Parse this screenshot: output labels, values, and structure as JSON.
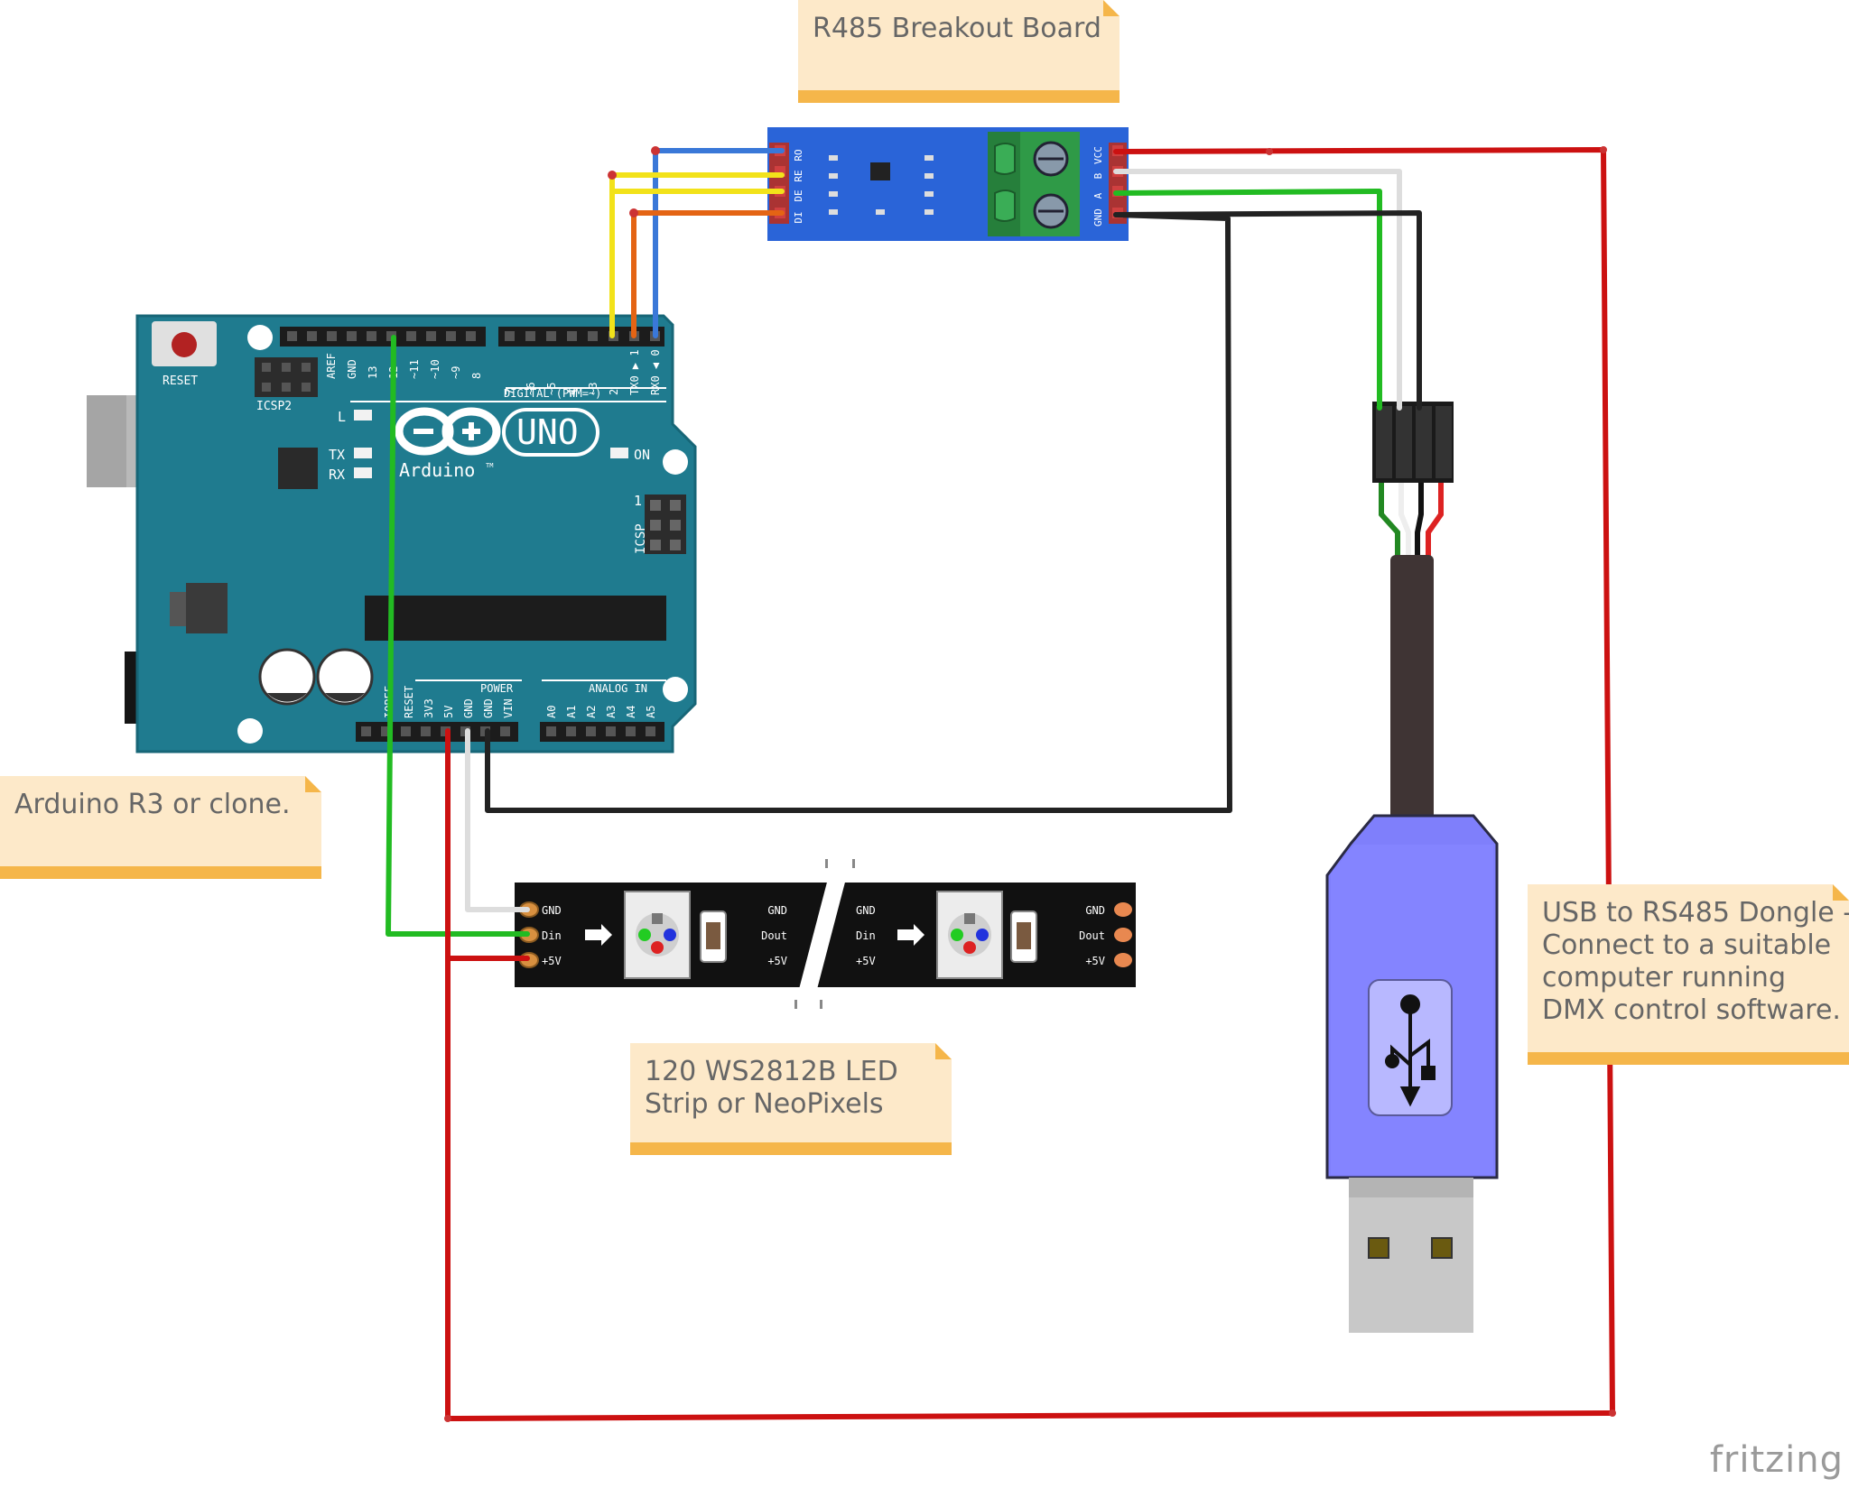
{
  "notes": {
    "r485": {
      "lines": [
        "R485 Breakout Board"
      ]
    },
    "arduino": {
      "lines": [
        "Arduino R3 or clone."
      ]
    },
    "led": {
      "lines": [
        "120 WS2812B LED",
        "Strip or NeoPixels"
      ]
    },
    "dongle": {
      "lines": [
        "USB to RS485 Dongle -",
        "Connect to a suitable",
        "computer running",
        "DMX control software."
      ]
    }
  },
  "arduino_board": {
    "reset_label": "RESET",
    "icsp2_label": "ICSP2",
    "icsp_label": "ICSP",
    "icsp_pin1": "1",
    "led_l": "L",
    "led_tx": "TX",
    "led_rx": "RX",
    "led_on": "ON",
    "logo_text": "Arduino",
    "tm": "TM",
    "uno": "UNO",
    "digital_label": "DIGITAL (PWM=~)",
    "power_label": "POWER",
    "analog_label": "ANALOG IN",
    "top_pins": [
      "AREF",
      "GND",
      "13",
      "12",
      "~11",
      "~10",
      "~9",
      "8",
      "7",
      "~6",
      "~5",
      "4",
      "~3",
      "2",
      "TX0 ▶ 1",
      "RX0 ◀ 0"
    ],
    "bottom_pins": [
      "IOREF",
      "RESET",
      "3V3",
      "5V",
      "GND",
      "GND",
      "VIN",
      "A0",
      "A1",
      "A2",
      "A3",
      "A4",
      "A5"
    ]
  },
  "rs485_board": {
    "left_pins": [
      "RO",
      "RE",
      "DE",
      "DI"
    ],
    "right_pins": [
      "VCC",
      "B",
      "A",
      "GND"
    ]
  },
  "led_strip": {
    "left_pins": [
      "GND",
      "Din",
      "+5V"
    ],
    "mid_out": [
      "GND",
      "Dout",
      "+5V"
    ],
    "mid_in": [
      "GND",
      "Din",
      "+5V"
    ],
    "right_pins": [
      "GND",
      "Dout",
      "+5V"
    ]
  },
  "brand": "fritzing",
  "colors": {
    "arduino_board": "#1f7b8f",
    "rs485_board": "#2a64d8",
    "terminal": "#2f9a47",
    "dongle": "#8080ff",
    "wire_red": "#cc1111",
    "wire_green": "#22bb22",
    "wire_black": "#222222",
    "wire_white": "#dddddd",
    "wire_yellow": "#f2e21a",
    "wire_orange": "#e46414",
    "wire_blue": "#3a78d8",
    "note_bg": "#fde9c9",
    "note_bar": "#f5b64a"
  }
}
